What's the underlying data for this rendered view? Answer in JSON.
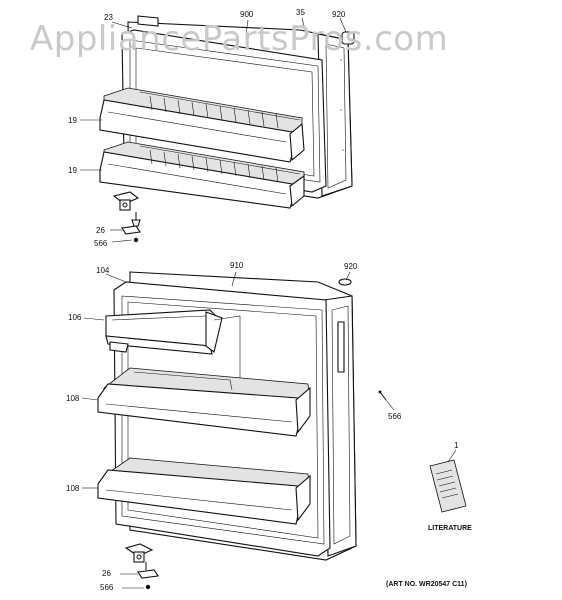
{
  "watermark": "AppliancePartsPros.com",
  "labels": {
    "l23": "23",
    "l900": "900",
    "l35": "35",
    "l920_top": "920",
    "l19_a": "19",
    "l19_b": "19",
    "l26_top": "26",
    "l566_top": "566",
    "l104": "104",
    "l910": "910",
    "l920_bot": "920",
    "l106": "106",
    "l108_a": "108",
    "l566_mid": "566",
    "l108_b": "108",
    "l1": "1",
    "literature": "LITERATURE",
    "l26_bot": "26",
    "l566_bot": "566",
    "art_no": "(ART NO. WR20547 C11)"
  }
}
